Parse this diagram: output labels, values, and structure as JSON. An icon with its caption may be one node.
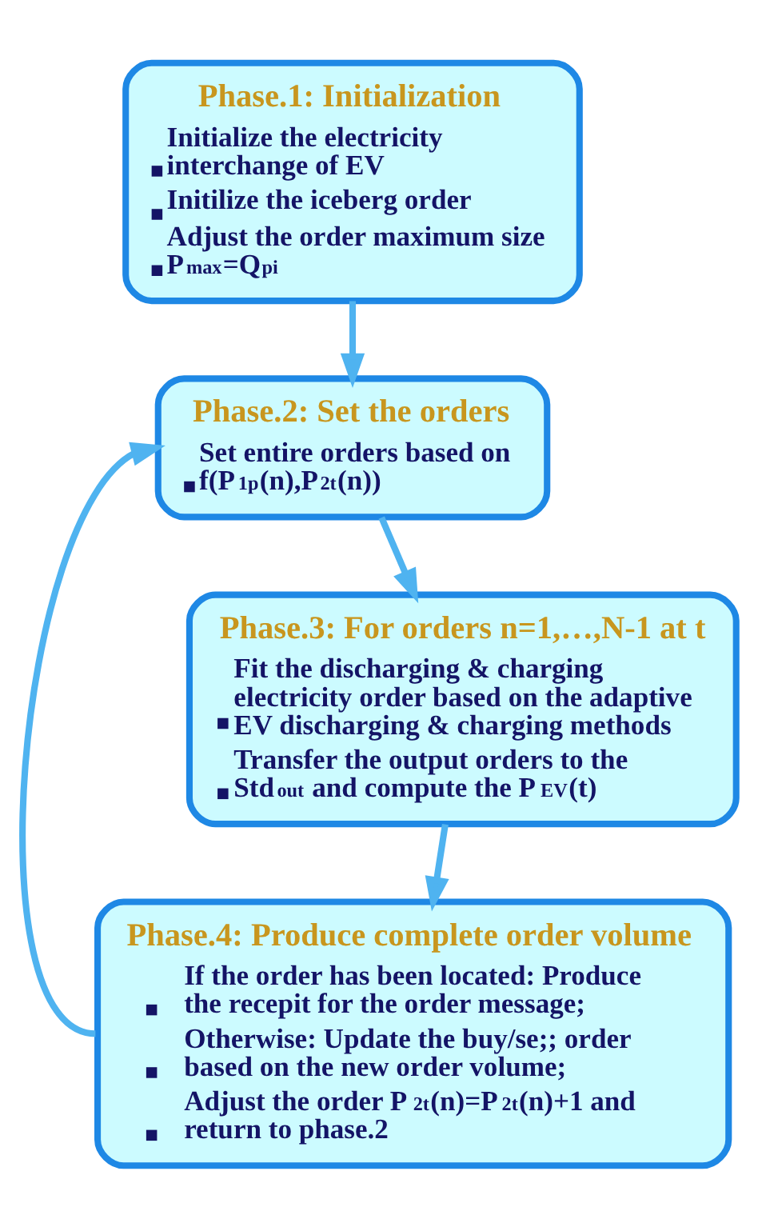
{
  "diagram": {
    "nodes": [
      {
        "text": [
          "Phase.1: Initialization",
          "Initialize the electricity interchange of EV",
          "Initilize the iceberg order",
          "Adjust the order maximum size P$_{max}$=Q$_{pi}$"
        ]
      },
      {
        "text": [
          "Phase.2: Set the orders",
          "Set entire orders based on f(P$_{1p}$(n),P$_{2t}$(n))"
        ]
      },
      {
        "text": [
          "Phase.3: For orders n=1,…,N-1 at t",
          "Fit the discharging & charging electricity order based on the adaptive EV discharging & charging methods",
          "Transfer the output orders to the Std$_{out}$ and compute the P$_{EV}$(t)"
        ]
      },
      {
        "text": [
          "Phase.4: Produce complete order volume",
          "If the order has been located: Produce the recepit for the order message;",
          "Otherwise: Update the buy/se;; order based on the new order volume;",
          "Adjust the order P$_{2t}$(n)=P$_{2t}$(n)+1 and return to phase.2"
        ]
      }
    ],
    "edges": [
      {
        "from": 0,
        "to": 1,
        "arrow": "to"
      },
      {
        "from": 1,
        "to": 2,
        "arrow": "to"
      },
      {
        "from": 2,
        "to": 3,
        "arrow": "to"
      },
      {
        "from": 3,
        "to": 1,
        "arrow": "to"
      }
    ]
  }
}
